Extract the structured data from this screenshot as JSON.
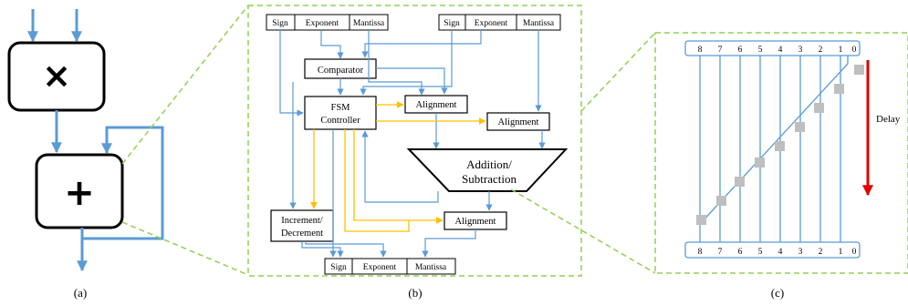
{
  "colors": {
    "blue": "#5b9bd5",
    "orange": "#ffc000",
    "green": "#92d050",
    "red": "#e00000",
    "grey": "#bfbfbf"
  },
  "panel_a": {
    "multiply_symbol": "×",
    "add_symbol": "+",
    "caption": "(a)"
  },
  "panel_b": {
    "input_a": {
      "sign": "Sign",
      "exponent": "Exponent",
      "mantissa": "Mantissa"
    },
    "input_b": {
      "sign": "Sign",
      "exponent": "Exponent",
      "mantissa": "Mantissa"
    },
    "comparator": "Comparator",
    "fsm_line1": "FSM",
    "fsm_line2": "Controller",
    "alignment_1": "Alignment",
    "alignment_2": "Alignment",
    "alignment_3": "Alignment",
    "addsub_line1": "Addition/",
    "addsub_line2": "Subtraction",
    "incdec_line1": "Increment/",
    "incdec_line2": "Decrement",
    "output": {
      "sign": "Sign",
      "exponent": "Exponent",
      "mantissa": "Mantissa"
    },
    "caption": "(b)"
  },
  "panel_c": {
    "top_bits": [
      "8",
      "7",
      "6",
      "5",
      "4",
      "3",
      "2",
      "1",
      "0"
    ],
    "bottom_bits": [
      "8",
      "7",
      "6",
      "5",
      "4",
      "3",
      "2",
      "1",
      "0"
    ],
    "delay_label": "Delay",
    "caption": "(c)"
  }
}
